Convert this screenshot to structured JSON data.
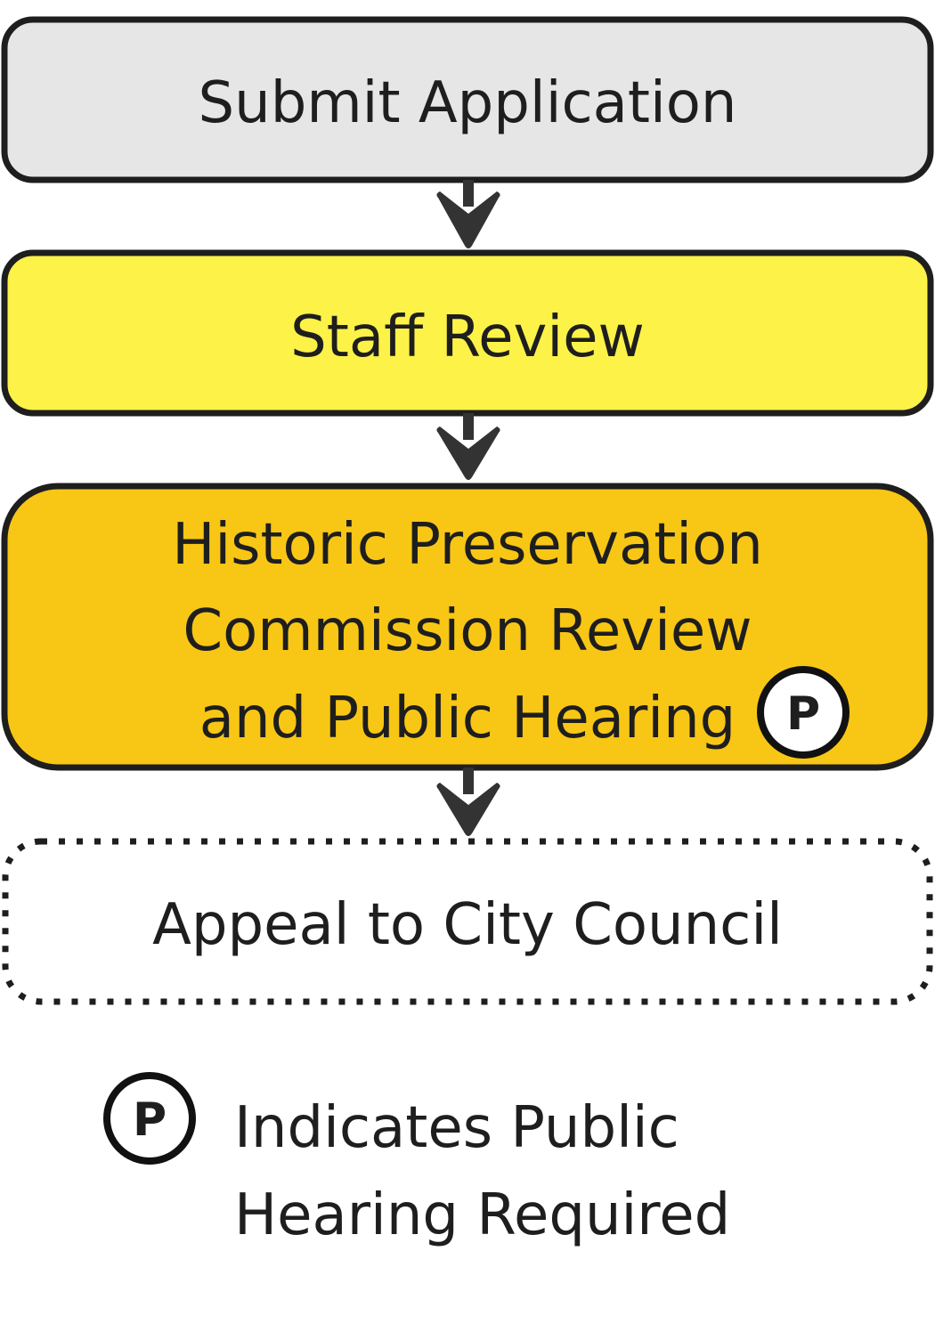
{
  "steps": [
    {
      "label": "Submit Application",
      "fill": "#e6e6e6"
    },
    {
      "label": "Staff Review",
      "fill": "#fdf247"
    },
    {
      "lines": [
        "Historic Preservation",
        "Commission Review",
        "and Public Hearing"
      ],
      "fill": "#f8c614",
      "badge": "P"
    },
    {
      "label": "Appeal to City Council",
      "fill": "#ffffff",
      "style": "dotted"
    }
  ],
  "legend": {
    "badge": "P",
    "lines": [
      "Indicates Public",
      "Hearing Required"
    ]
  },
  "colors": {
    "stroke": "#1e1e1e",
    "arrow": "#333333"
  }
}
